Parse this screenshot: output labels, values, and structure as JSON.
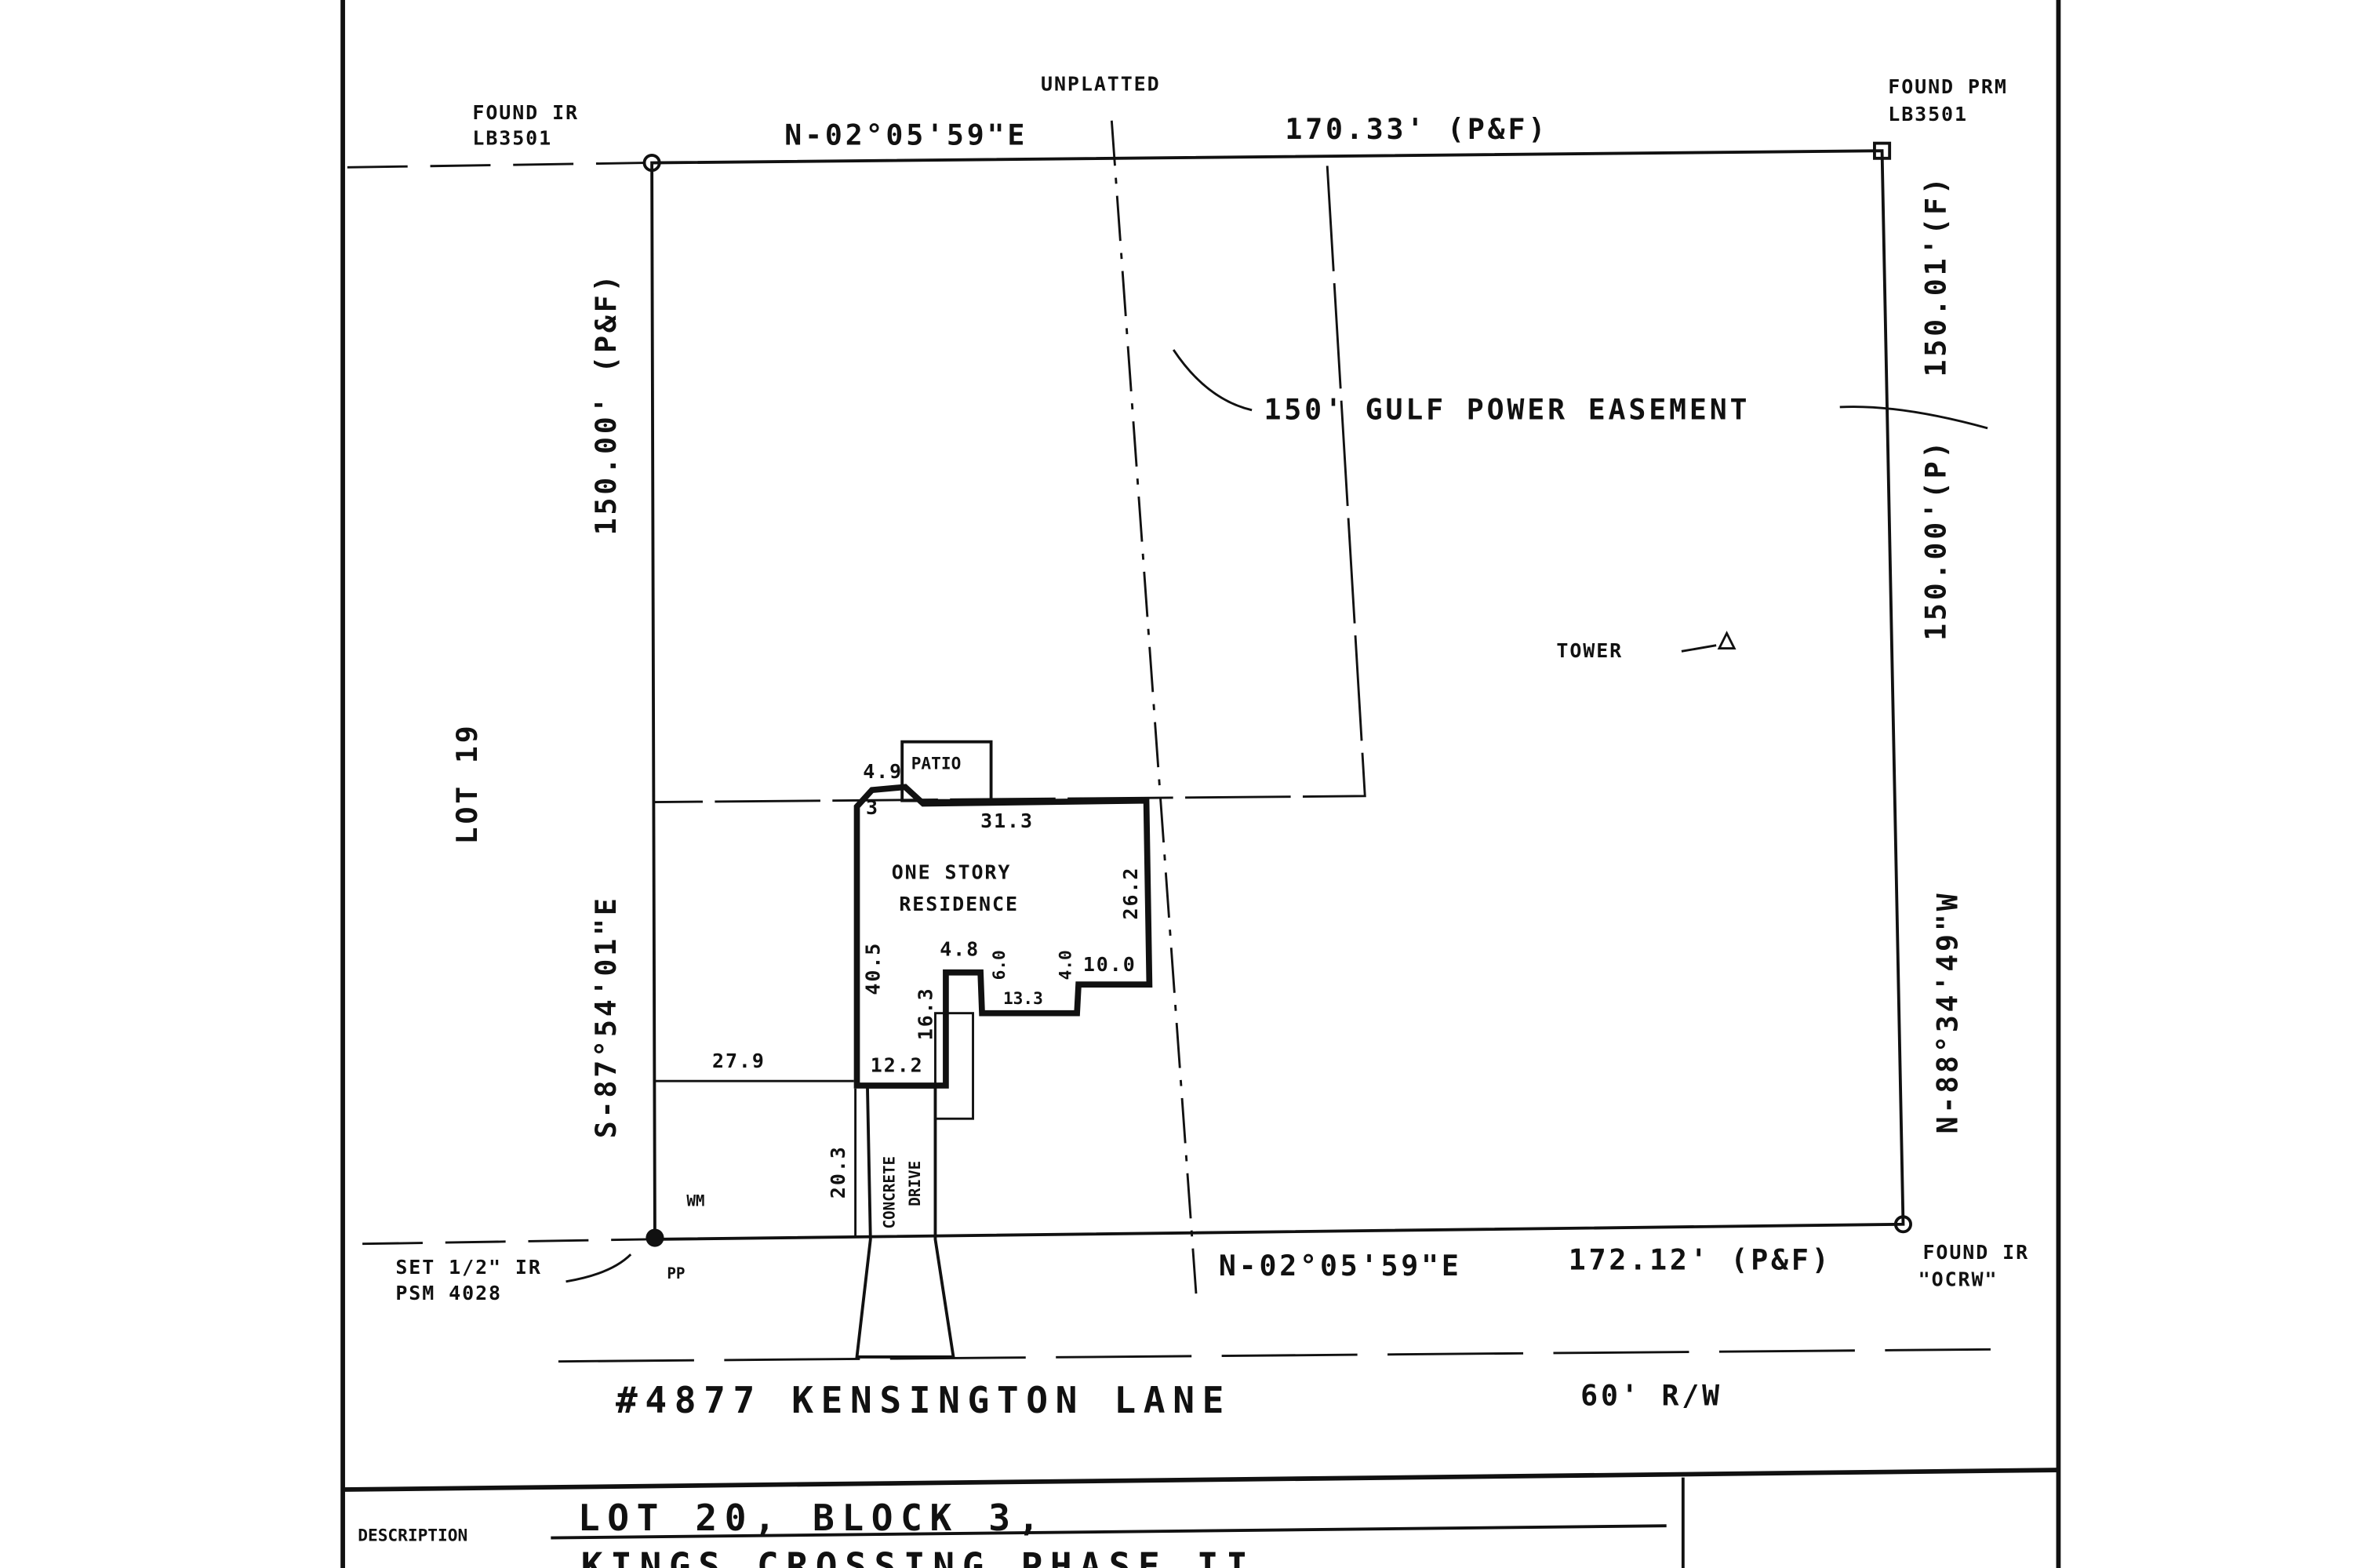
{
  "survey": {
    "found_ir_nw": [
      "FOUND IR",
      "LB3501"
    ],
    "found_prm_ne": [
      "FOUND PRM",
      "LB3501"
    ],
    "unplatted": "UNPLATTED",
    "north_bearing": "N-02°05'59\"E",
    "north_distance": "170.33' (P&F)",
    "south_bearing": "N-02°05'59\"E",
    "south_distance": "172.12' (P&F)",
    "west_distance": "150.00' (P&F)",
    "west_bearing": "S-87°54'01\"E",
    "east_distance_f": "150.01'(F)",
    "east_distance_p": "150.00'(P)",
    "east_bearing": "N-88°34'49\"W",
    "lot_adjacent": "LOT 19",
    "easement": "150' GULF POWER EASEMENT",
    "tower": "TOWER",
    "set_ir": [
      "SET 1/2\" IR",
      "PSM 4028"
    ],
    "found_ir_se": [
      "FOUND IR",
      "\"OCRW\""
    ],
    "wm": "WM",
    "pp": "PP",
    "street": "#4877 KENSINGTON LANE",
    "row": "60' R/W"
  },
  "house": {
    "label": [
      "ONE STORY",
      "RESIDENCE"
    ],
    "patio": "PATIO",
    "drive": [
      "CONCRETE",
      "DRIVE"
    ],
    "dims": {
      "d49": "4.9",
      "d3": "3",
      "d313": "31.3",
      "d262": "26.2",
      "d405": "40.5",
      "d48": "4.8",
      "d60": "6.0",
      "d40": "4.0",
      "d100": "10.0",
      "d133": "13.3",
      "d163": "16.3",
      "d122": "12.2",
      "d279": "27.9",
      "d203": "20.3"
    }
  },
  "description": {
    "label": "DESCRIPTION",
    "line1": "LOT 20, BLOCK 3,",
    "line2": "KINGS CROSSING PHASE II"
  }
}
